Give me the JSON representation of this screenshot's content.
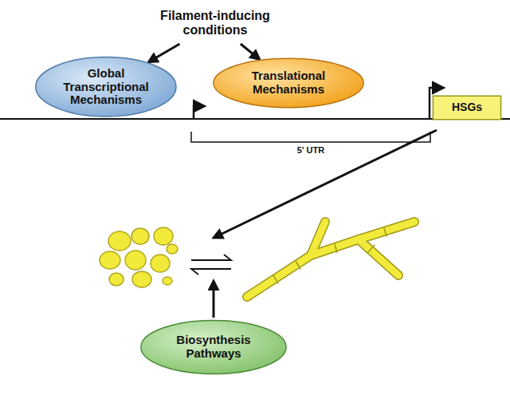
{
  "diagram": {
    "nodes": [
      {
        "text": [
          "Filament-inducing conditions"
        ]
      },
      {
        "text": [
          "Global Transcriptional Mechanisms"
        ]
      },
      {
        "text": [
          "Translational Mechanisms"
        ]
      },
      {
        "text": [
          "HSGs"
        ]
      },
      {
        "text": [
          "Biosynthesis Pathways"
        ]
      }
    ],
    "edges": [
      {
        "from": 0,
        "to": 1,
        "arrow": "to"
      },
      {
        "from": 0,
        "to": 2,
        "arrow": "to"
      }
    ],
    "labels": [
      "5' UTR"
    ]
  }
}
